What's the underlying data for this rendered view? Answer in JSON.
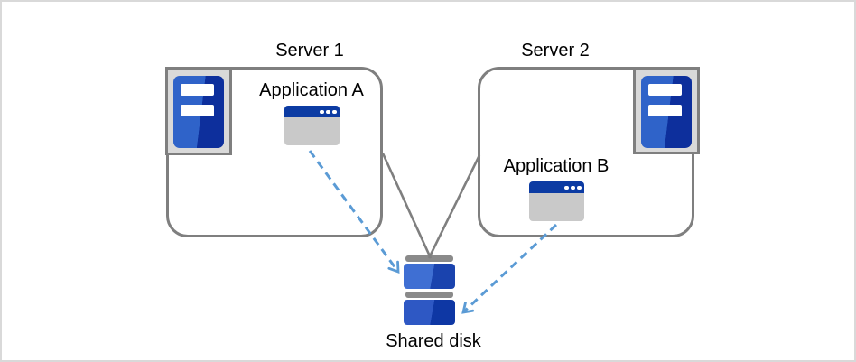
{
  "diagram": {
    "nodes": {
      "server1": {
        "label": "Server 1",
        "icon": "server-tower-icon"
      },
      "server2": {
        "label": "Server 2",
        "icon": "server-tower-icon"
      },
      "app_a": {
        "label": "Application A",
        "icon": "app-window-icon"
      },
      "app_b": {
        "label": "Application B",
        "icon": "app-window-icon"
      },
      "shared_disk": {
        "label": "Shared disk",
        "icon": "disk-stack-icon"
      }
    },
    "connections": [
      {
        "from": "server1",
        "to": "shared_disk",
        "style": "solid-line",
        "color": "#7f7f7f"
      },
      {
        "from": "server2",
        "to": "shared_disk",
        "style": "solid-line",
        "color": "#7f7f7f"
      },
      {
        "from": "app_a",
        "to": "shared_disk",
        "style": "dashed-arrow",
        "color": "#5b9bd5"
      },
      {
        "from": "app_b",
        "to": "shared_disk",
        "style": "dashed-arrow",
        "color": "#5b9bd5"
      }
    ],
    "colors": {
      "background": "#ffffff",
      "canvas_border": "#d9d9d9",
      "box_border_gray": "#7f7f7f",
      "icon_frame_gray": "#d9d9d9",
      "tower_blue_light": "#2f63c9",
      "tower_blue_dark": "#0d2f9c",
      "window_titlebar_blue": "#0c3ba3",
      "window_body_gray": "#c9c9c9",
      "disk_cap_gray": "#8a8a8a",
      "disk_blue_light": "#3f6fd3",
      "disk_blue_dark": "#0e37a4",
      "arrow_dashed_blue": "#5b9bd5",
      "text": "#000000"
    }
  }
}
